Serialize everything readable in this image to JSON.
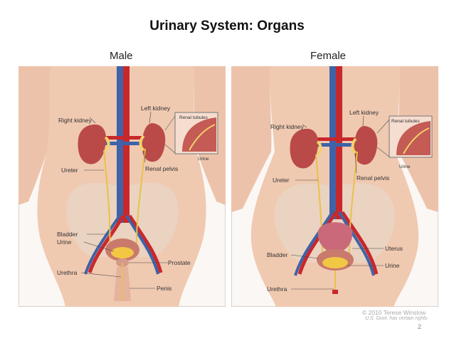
{
  "title": "Urinary System: Organs",
  "male": {
    "heading": "Male",
    "labels": {
      "right_kidney": "Right kidney",
      "left_kidney": "Left kidney",
      "renal_tubules": "Renal tubules",
      "urine_inset": "Urine",
      "ureter": "Ureter",
      "renal_pelvis": "Renal pelvis",
      "bladder": "Bladder",
      "urine": "Urine",
      "prostate": "Prostate",
      "urethra": "Urethra",
      "penis": "Penis"
    }
  },
  "female": {
    "heading": "Female",
    "labels": {
      "right_kidney": "Right kidney",
      "left_kidney": "Left kidney",
      "renal_tubules": "Renal tubules",
      "urine_inset": "Urine",
      "ureter": "Ureter",
      "renal_pelvis": "Renal pelvis",
      "bladder": "Bladder",
      "uterus": "Uterus",
      "urine": "Urine",
      "urethra": "Urethra"
    }
  },
  "copyright_line1": "© 2010 Terese Winslow",
  "copyright_line2": "U.S. Govt. has certain rights",
  "page_number": "2",
  "colors": {
    "skin": "#f2cdb6",
    "kidney": "#b94a48",
    "aorta": "#c8282c",
    "vena_cava": "#3e63a8",
    "ureter": "#e8c24a",
    "urine": "#f2c744",
    "bladder": "#c97a6c"
  }
}
